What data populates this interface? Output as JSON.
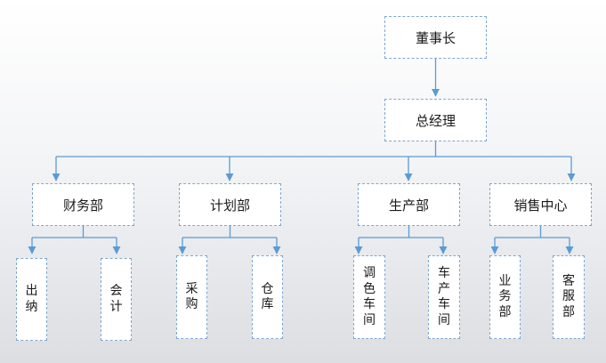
{
  "org": {
    "root": {
      "label": "董事长"
    },
    "gm": {
      "label": "总经理"
    },
    "departments": [
      {
        "label": "财务部",
        "children": [
          "出纳",
          "会计"
        ]
      },
      {
        "label": "计划部",
        "children": [
          "采购",
          "仓库"
        ]
      },
      {
        "label": "生产部",
        "children": [
          "调色车间",
          "车产车间"
        ]
      },
      {
        "label": "销售中心",
        "children": [
          "业务部",
          "客服部"
        ]
      }
    ]
  },
  "colors": {
    "line": "#5b9bd5",
    "border": "#7fa6d1",
    "box": "#ffffff"
  }
}
